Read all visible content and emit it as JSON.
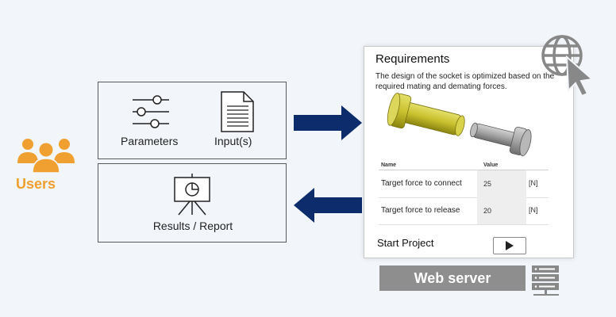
{
  "users": {
    "label": "Users",
    "color": "#f0a030"
  },
  "input_box": {
    "parameters_label": "Parameters",
    "inputs_label": "Input(s)"
  },
  "output_box": {
    "results_label": "Results / Report"
  },
  "arrow_color": "#0d2c6b",
  "panel": {
    "title": "Requirements",
    "description": "The design of the socket is optimized based on the required mating and demating forces.",
    "table": {
      "headers": [
        "Name",
        "Value"
      ],
      "rows": [
        {
          "label": "Target force to connect",
          "value": "25",
          "unit": "[N]"
        },
        {
          "label": "Target force to release",
          "value": "20",
          "unit": "[N]"
        }
      ]
    },
    "start_label": "Start Project",
    "play_icon": "play-icon"
  },
  "web_server": {
    "label": "Web server"
  },
  "icons": [
    "users-icon",
    "sliders-icon",
    "document-icon",
    "presentation-chart-icon",
    "globe-cursor-icon",
    "server-icon",
    "play-icon"
  ]
}
